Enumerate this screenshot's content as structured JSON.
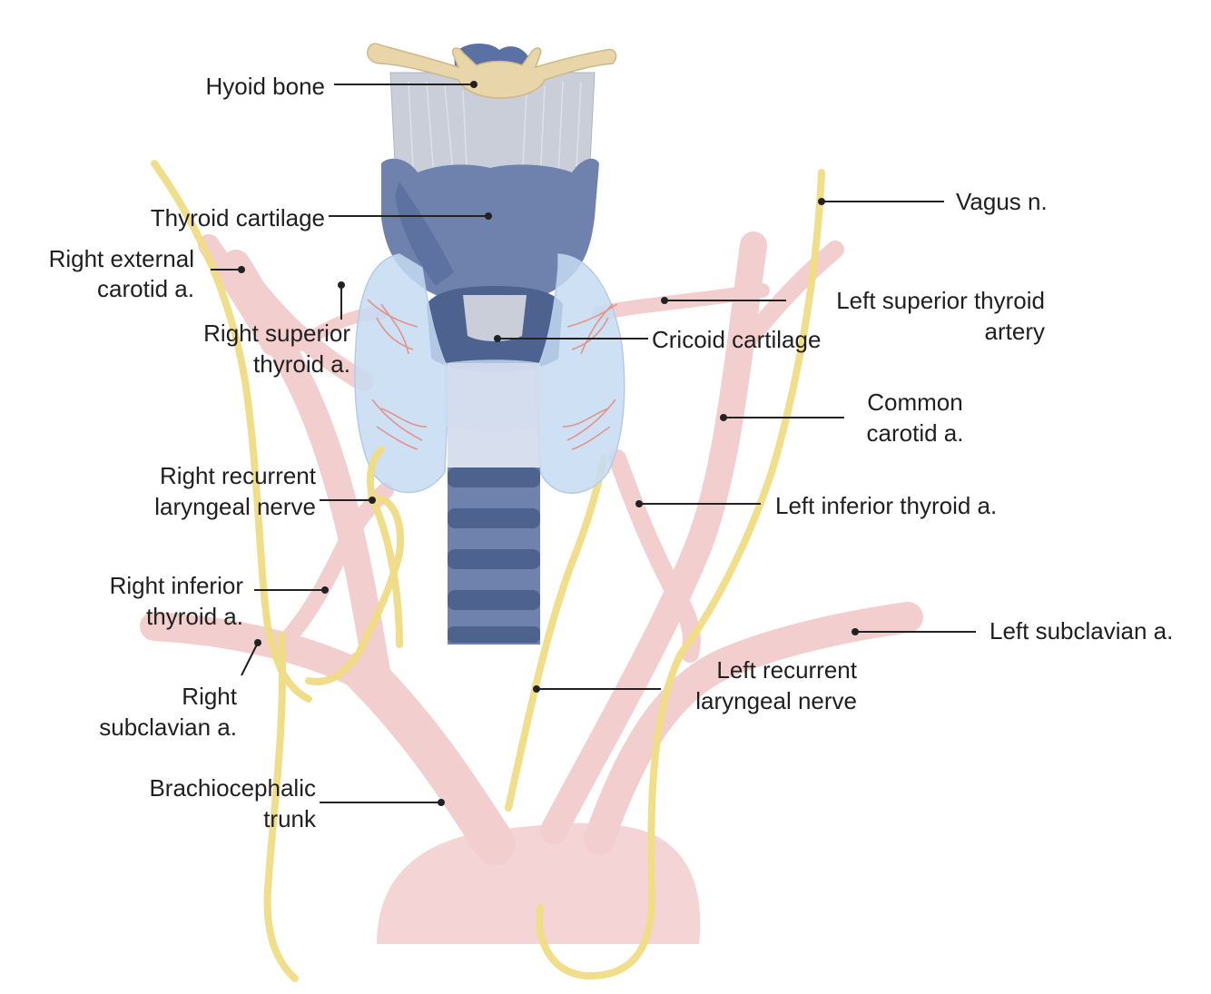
{
  "labels": {
    "hyoid_bone": "Hyoid bone",
    "thyroid_cartilage": "Thyroid cartilage",
    "right_external_carotid_l1": "Right external",
    "right_external_carotid_l2": "carotid a.",
    "right_superior_thyroid_l1": "Right superior",
    "right_superior_thyroid_l2": "thyroid a.",
    "right_recurrent_laryngeal_l1": "Right recurrent",
    "right_recurrent_laryngeal_l2": "laryngeal nerve",
    "right_inferior_thyroid_l1": "Right inferior",
    "right_inferior_thyroid_l2": "thyroid a.",
    "right_subclavian_l1": "Right",
    "right_subclavian_l2": "subclavian a.",
    "brachiocephalic_l1": "Brachiocephalic",
    "brachiocephalic_l2": "trunk",
    "vagus": "Vagus n.",
    "left_superior_thyroid_l1": "Left superior thyroid",
    "left_superior_thyroid_l2": "artery",
    "cricoid_cartilage": "Cricoid cartilage",
    "common_carotid_l1": "Common",
    "common_carotid_l2": "carotid a.",
    "left_inferior_thyroid": "Left inferior thyroid a.",
    "left_subclavian": "Left subclavian a.",
    "left_recurrent_laryngeal_l1": "Left recurrent",
    "left_recurrent_laryngeal_l2": "laryngeal nerve"
  },
  "colors": {
    "artery": "#f2c9c9",
    "nerve": "#f0dc84",
    "cartilage": "#6e82ad",
    "cartilage_dark": "#4d628f",
    "membrane": "#c9ced8",
    "hyoid": "#e8d5aa",
    "thyroid_gland": "#c6dcf2",
    "trachea_ring": "#55699a"
  }
}
